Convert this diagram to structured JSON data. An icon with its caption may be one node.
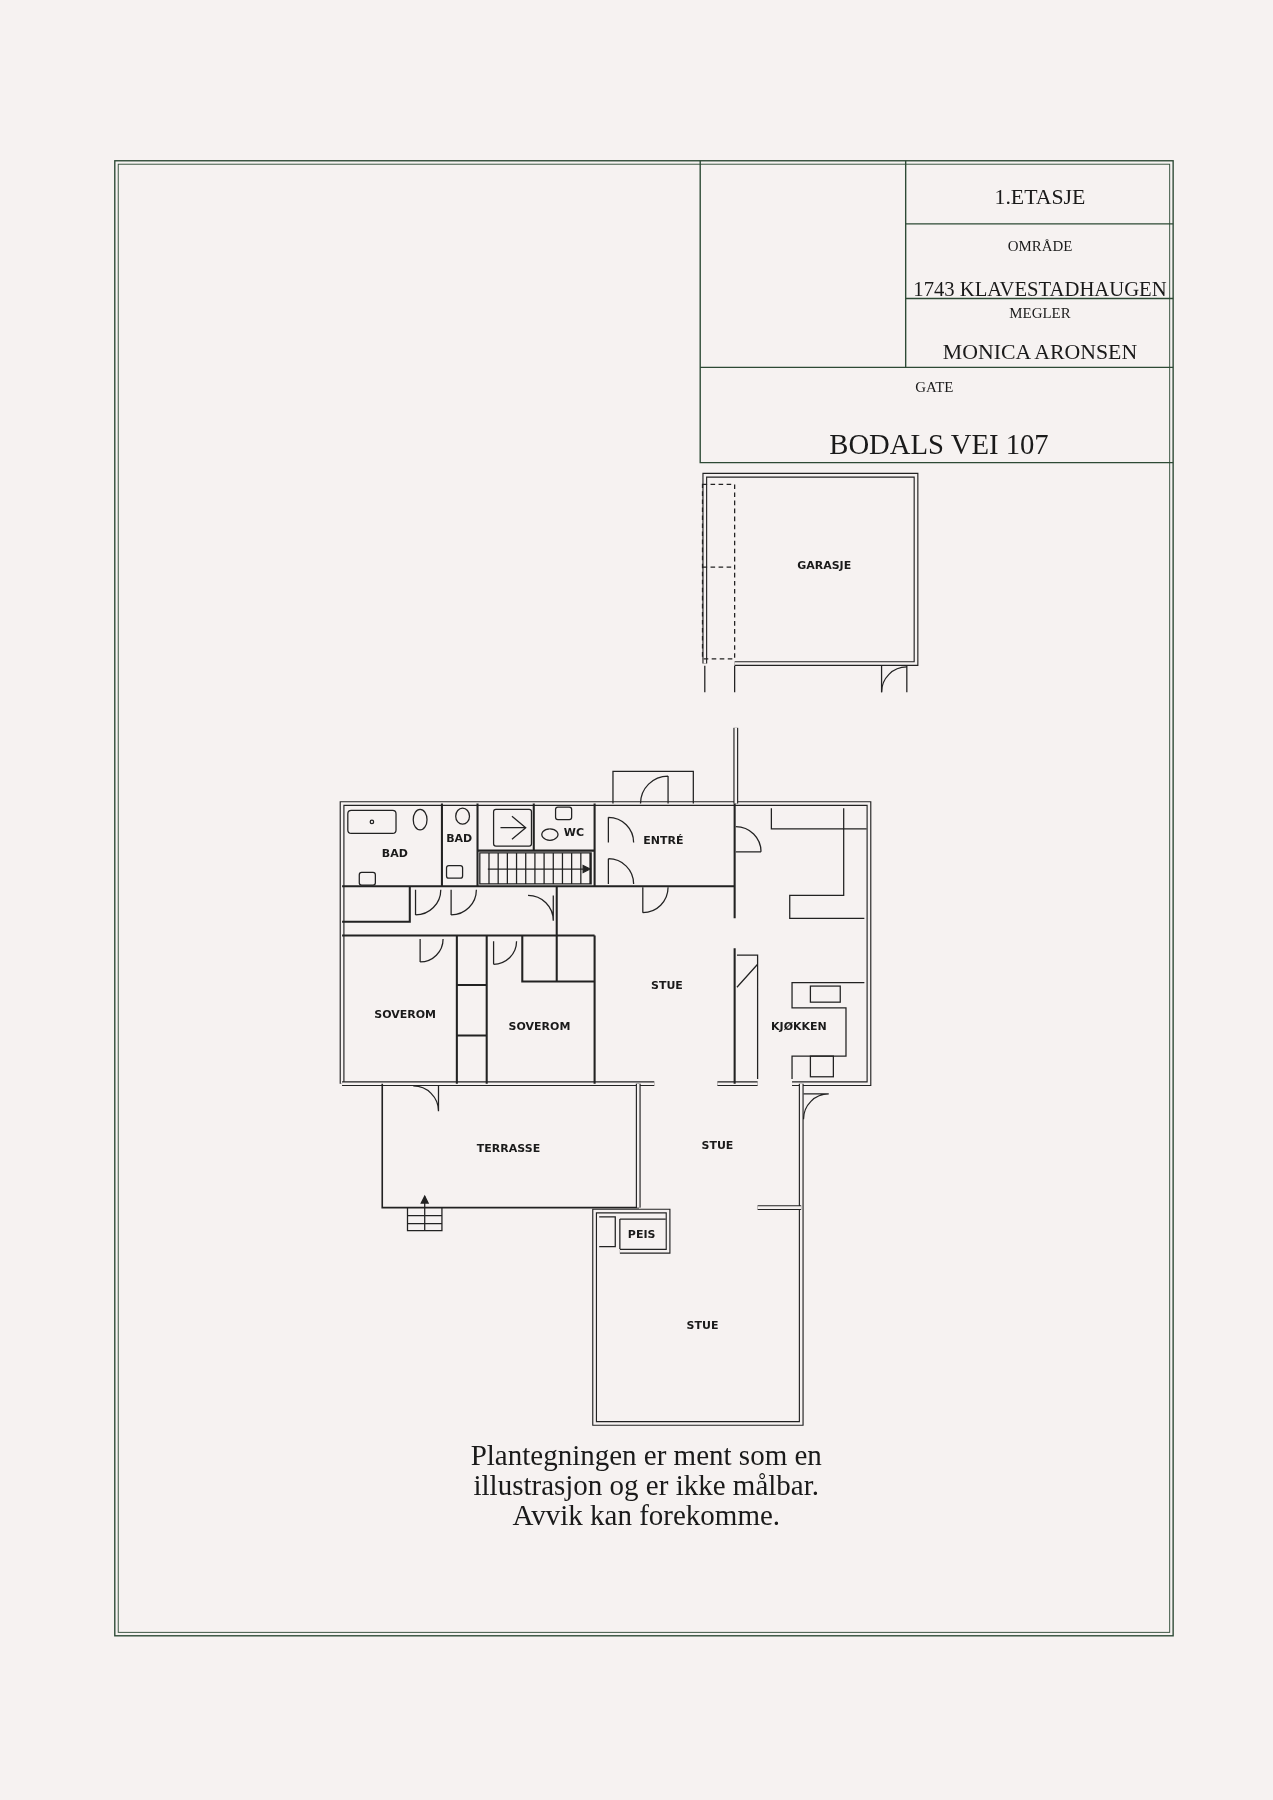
{
  "diagram": {
    "labels": [
      "1.ETASJE",
      "OMRÅDE",
      "1743 KLAVESTADHAUGEN",
      "MEGLER",
      "MONICA ARONSEN",
      "GATE",
      "BODALS VEI 107",
      "GARASJE",
      "BAD",
      "BAD",
      "WC",
      "ENTRÉ",
      "STUE",
      "SOVEROM",
      "SOVEROM",
      "KJØKKEN",
      "TERRASSE",
      "STUE",
      "PEIS",
      "STUE",
      "Plantegningen er ment som en illustrasjon og er ikke målbar. Avvik kan forekomme."
    ]
  }
}
